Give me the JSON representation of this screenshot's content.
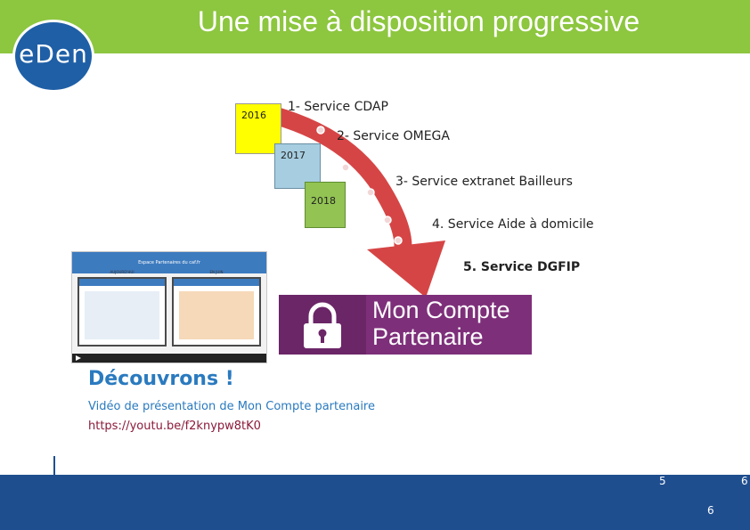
{
  "header": {
    "title": "Une mise à disposition progressive",
    "band_color": "#8dc63f"
  },
  "logo": {
    "text": "eDen",
    "color": "#1f5fa6"
  },
  "timeline": {
    "years": [
      {
        "label": "2016",
        "color": "#ffff00"
      },
      {
        "label": "2017",
        "color": "#a6cde0"
      },
      {
        "label": "2018",
        "color": "#92c353"
      }
    ],
    "services": [
      "1- Service CDAP",
      "2- Service OMEGA",
      "3- Service extranet Bailleurs",
      "4. Service Aide à domicile",
      "5. Service DGFIP"
    ],
    "arrow_color": "#d64545"
  },
  "video": {
    "banner_text": "Espace Partenaires du caf.fr",
    "left_screen_label": "AUJOURD'HUI",
    "right_screen_label": "EN JUIN",
    "play_icon": "play-icon"
  },
  "brand_banner": {
    "line1": "Mon Compte",
    "line2": "Partenaire",
    "icon": "padlock-icon",
    "color": "#7e2f7a"
  },
  "discover": {
    "title": "Découvrons !",
    "caption": "Vidéo de présentation de Mon Compte partenaire",
    "url": "https://youtu.be/f2knypw8tK0",
    "title_color": "#2a7abf",
    "url_color": "#8b1a3a"
  },
  "footer": {
    "band_color": "#1f4e8f",
    "page_numbers": [
      "5",
      "6",
      "6"
    ]
  }
}
